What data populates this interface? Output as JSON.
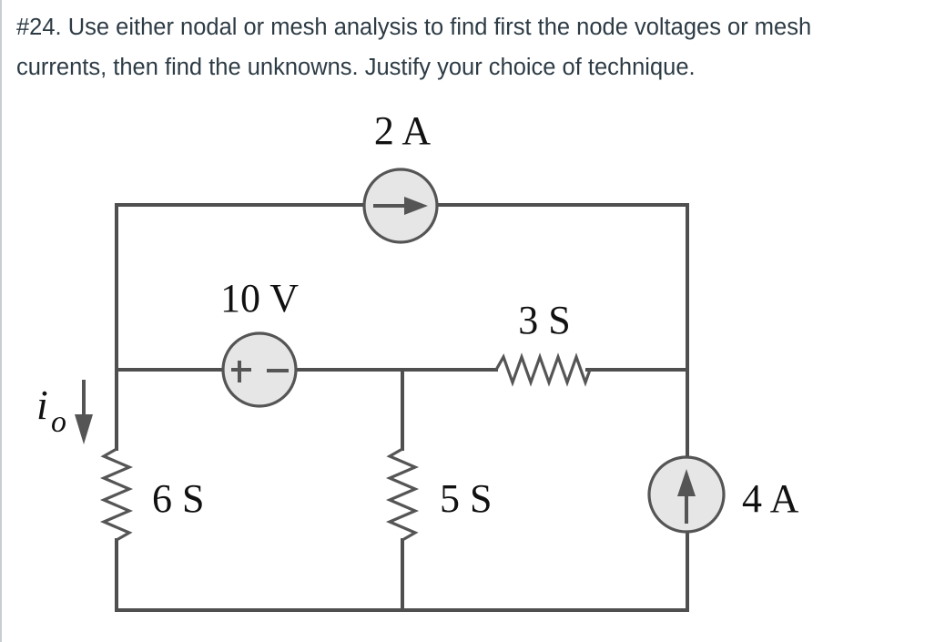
{
  "question": {
    "number": "#24.",
    "text_line1": "#24. Use either nodal or mesh analysis to find first the node voltages or mesh",
    "text_line2": "currents, then find the unknowns.  Justify your choice of technique."
  },
  "circuit": {
    "components": [
      {
        "id": "current-source-top",
        "type": "current_source",
        "label": "2 A",
        "direction": "right",
        "branch": "top"
      },
      {
        "id": "voltage-source",
        "type": "voltage_source",
        "label": "10 V",
        "polarity": "+ left, - right",
        "branch": "middle-left"
      },
      {
        "id": "resistor-3s",
        "type": "conductance",
        "label": "3 S",
        "branch": "middle-right"
      },
      {
        "id": "resistor-6s",
        "type": "conductance",
        "label": "6 S",
        "branch": "left-vertical"
      },
      {
        "id": "resistor-5s",
        "type": "conductance",
        "label": "5 S",
        "branch": "center-vertical"
      },
      {
        "id": "current-source-right",
        "type": "current_source",
        "label": "4 A",
        "direction": "up",
        "branch": "right-vertical"
      }
    ],
    "current_label": {
      "symbol": "i",
      "subscript": "o",
      "direction": "down"
    },
    "polarity_symbols": {
      "plus": "+",
      "minus": "−"
    }
  }
}
